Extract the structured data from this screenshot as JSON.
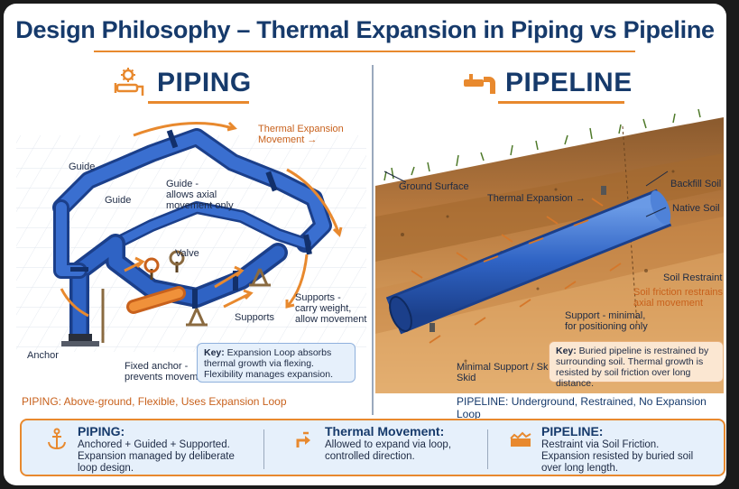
{
  "title": "Design Philosophy – Thermal Expansion in Piping vs Pipeline",
  "piping": {
    "heading": "PIPING",
    "labels": {
      "thermal": "Thermal Expansion\nMovement →",
      "guide1": "Guide",
      "guide2": "Guide",
      "guide_desc": "Guide -\nallows axial\nmovement only",
      "valve": "Valve",
      "supports_desc": "Supports -\ncarry weight,\nallow movement",
      "supports": "Supports",
      "anchor": "Anchor",
      "fixed_anchor": "Fixed anchor -\nprevents movement"
    },
    "key_label": "Key:",
    "key_text": " Expansion Loop absorbs thermal growth via flexing. Flexibility manages expansion.",
    "caption": "PIPING: Above-ground, Flexible, Uses Expansion Loop"
  },
  "pipeline": {
    "heading": "PIPELINE",
    "labels": {
      "ground": "Ground Surface",
      "thermal": "Thermal  Expansion →",
      "backfill": "Backfill Soil",
      "native": "Native Soil",
      "restraint": "Soil Restraint",
      "friction": "Soil friction restrains\naxial movement",
      "support": "Support - minimal,\nfor positioning only",
      "min_support": "Minimal Support / Skid\nSkid"
    },
    "key_label": "Key:",
    "key_text": " Buried pipeline is restrained by surrounding soil. Thermal growth is resisted by soil friction over long distance.",
    "caption": "PIPELINE: Underground, Restrained, No Expansion Loop"
  },
  "summary": [
    {
      "icon": "anchor-icon",
      "title": "PIPING:",
      "text": "Anchored + Guided + Supported.\nExpansion managed by deliberate\nloop design."
    },
    {
      "icon": "arrow-turn-icon",
      "title": "Thermal Movement:",
      "text": "Allowed to expand via loop,\ncontrolled direction."
    },
    {
      "icon": "soil-restraint-icon",
      "title": "PIPELINE:",
      "text": "Restraint via Soil Friction.\nExpansion resisted by buried soil\nover long length."
    }
  ],
  "colors": {
    "navy": "#163a6b",
    "orange": "#e8892e",
    "pipe_blue": "#2f63c4",
    "soil": "#b87a3f"
  }
}
